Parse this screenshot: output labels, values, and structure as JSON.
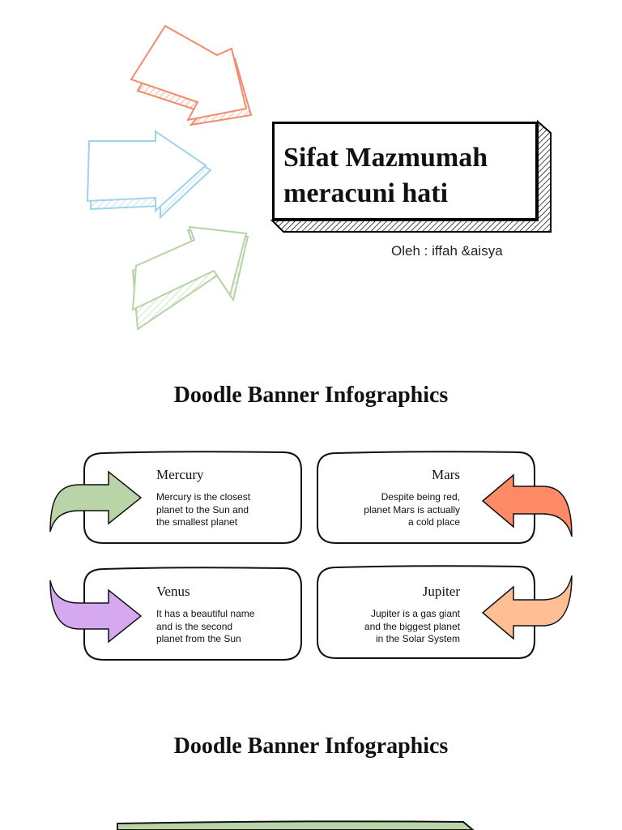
{
  "cover": {
    "title_line1": "Sifat Mazmumah",
    "title_line2": "meracuni hati",
    "byline": "Oleh : iffah &aisya"
  },
  "section1": {
    "heading": "Doodle Banner Infographics",
    "cards": [
      {
        "title": "Mercury",
        "lines": [
          "Mercury is the closest",
          "planet to the Sun and",
          "the smallest planet"
        ],
        "arrow_color": "#b9d5a8",
        "arrow_icon": "arrow-right-icon"
      },
      {
        "title": "Mars",
        "lines": [
          "Despite being red,",
          "planet Mars is actually",
          "a cold place"
        ],
        "arrow_color": "#ff8a65",
        "arrow_icon": "arrow-left-icon"
      },
      {
        "title": "Venus",
        "lines": [
          "It has a beautiful name",
          "and is the second",
          "planet from the Sun"
        ],
        "arrow_color": "#d5a8f0",
        "arrow_icon": "arrow-right-icon"
      },
      {
        "title": "Jupiter",
        "lines": [
          "Jupiter is a gas giant",
          "and the biggest planet",
          "in the Solar System"
        ],
        "arrow_color": "#ffbe94",
        "arrow_icon": "arrow-left-icon"
      }
    ]
  },
  "section2": {
    "heading": "Doodle Banner Infographics",
    "banner_color": "#b9d5a8"
  },
  "decor": {
    "arrow_colors": [
      "#f08c6c",
      "#9fd3ec",
      "#b5d3a6"
    ],
    "arrow_icons": [
      "arrow-orange-icon",
      "arrow-blue-icon",
      "arrow-green-icon"
    ]
  }
}
